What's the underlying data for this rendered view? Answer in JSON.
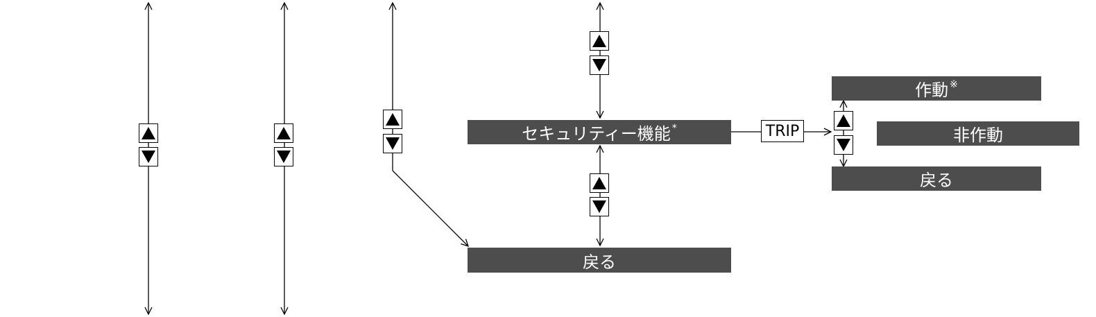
{
  "menu": {
    "security_function": "セキュリティー機能",
    "security_mark": "*",
    "back_main": "戻る",
    "trip_button": "TRIP"
  },
  "submenu": {
    "active": "作動",
    "active_note": "※",
    "inactive": "非作動",
    "back": "戻る"
  },
  "icons": {
    "up": "triangle-up-icon",
    "down": "triangle-down-icon"
  },
  "colors": {
    "menu_bg": "#4d4d4d",
    "menu_text": "#ffffff",
    "line": "#000000"
  }
}
